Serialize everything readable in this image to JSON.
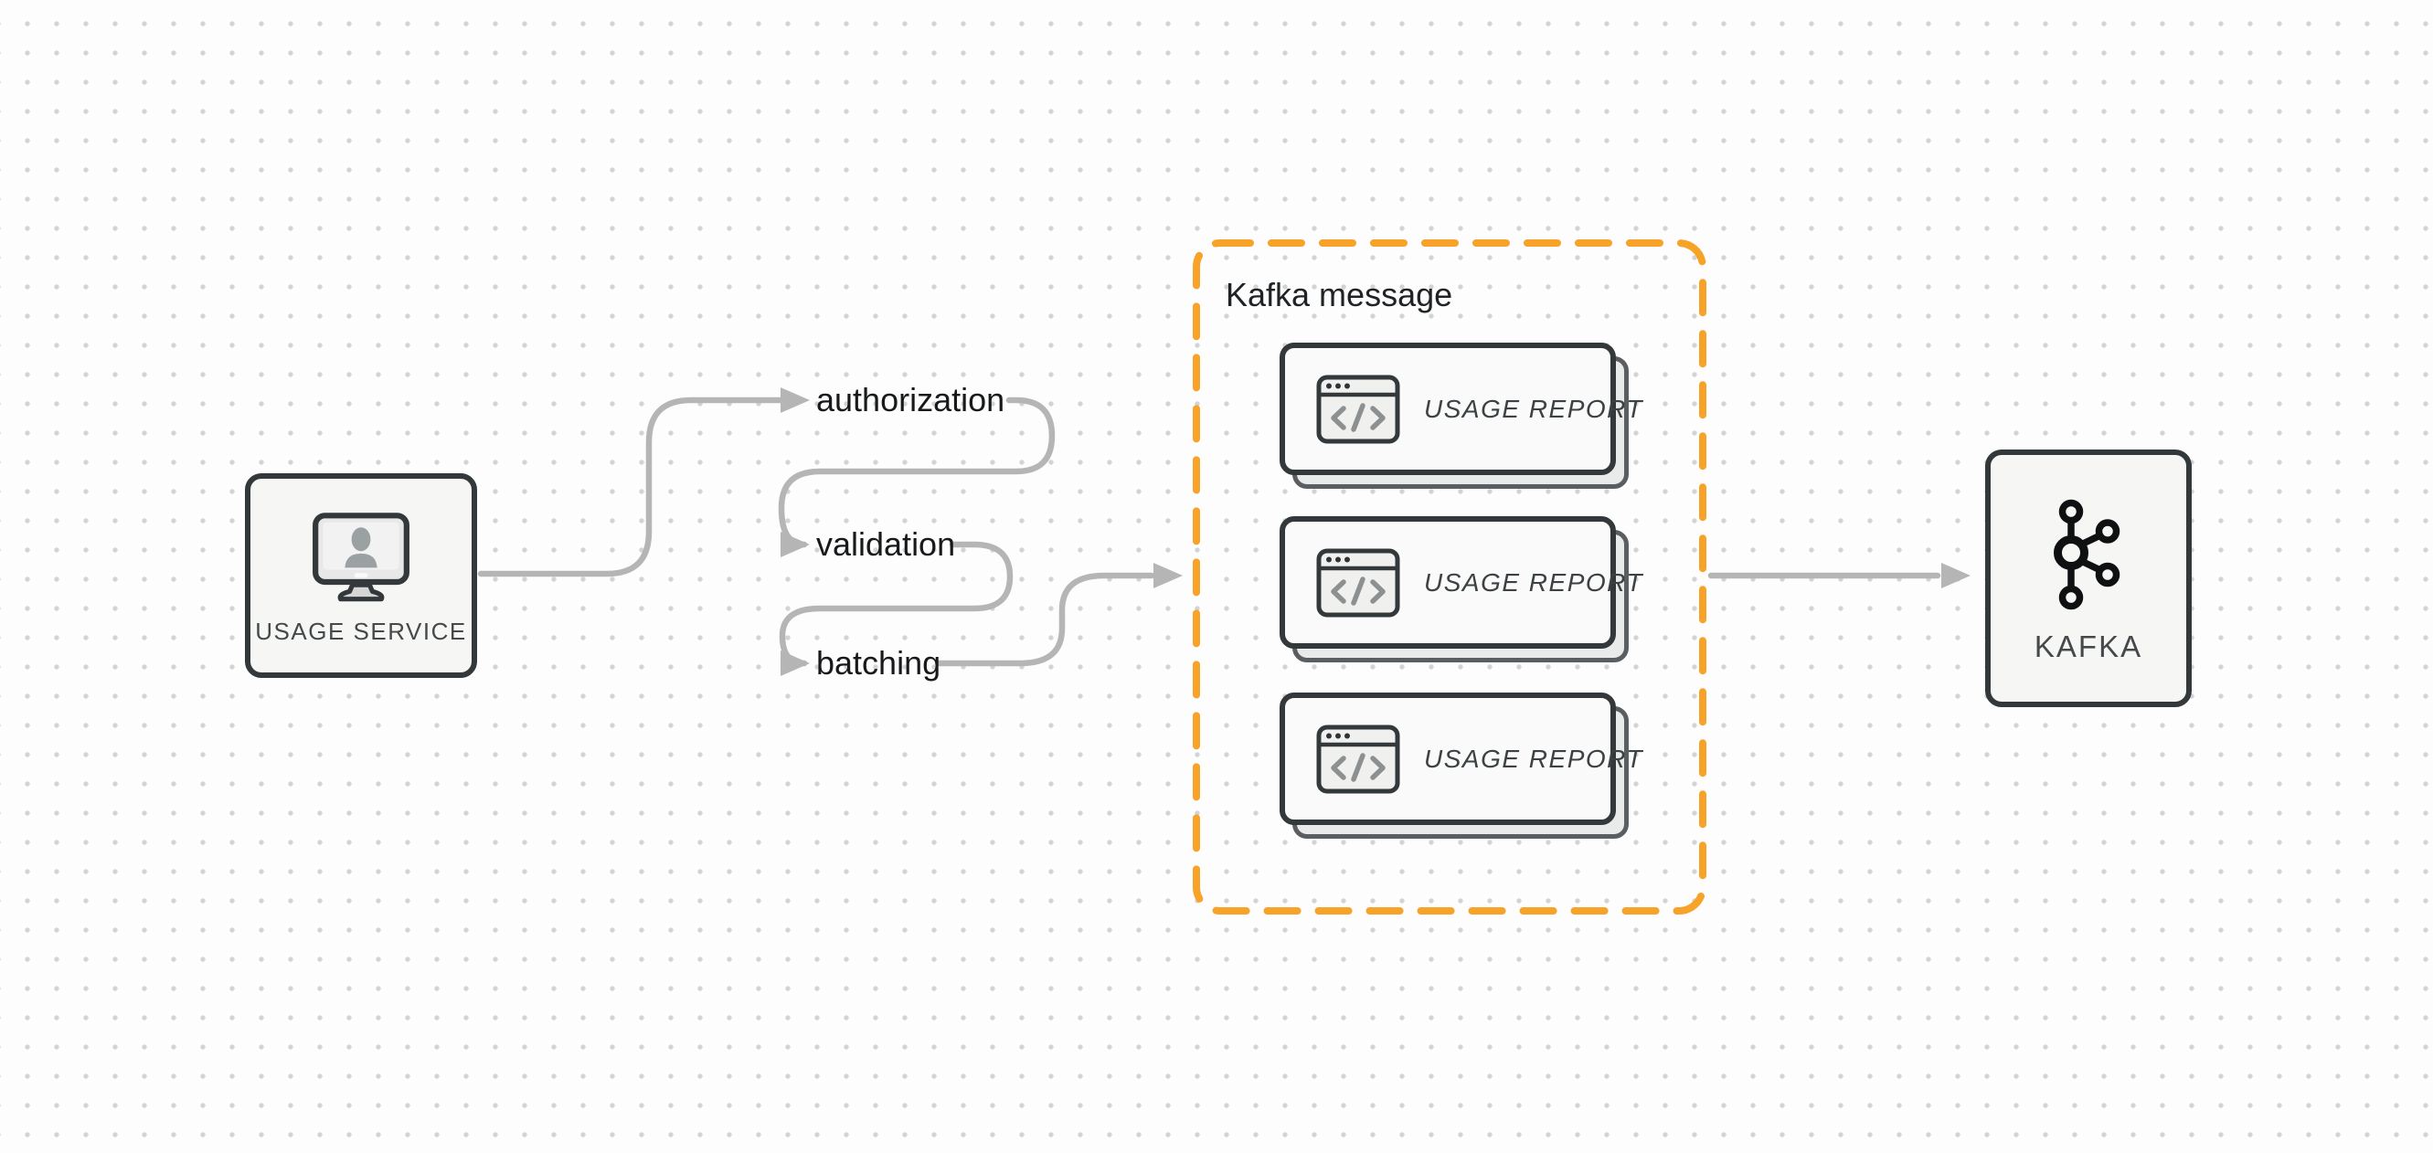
{
  "nodes": {
    "usage_service": {
      "label": "USAGE SERVICE",
      "icon": "monitor-user-icon"
    },
    "kafka": {
      "label": "KAFKA",
      "icon": "kafka-logo-icon"
    }
  },
  "steps": [
    {
      "label": "authorization"
    },
    {
      "label": "validation"
    },
    {
      "label": "batching"
    }
  ],
  "kafka_message_group": {
    "title": "Kafka message",
    "cards": [
      {
        "label": "USAGE REPORT",
        "icon": "code-window-icon"
      },
      {
        "label": "USAGE REPORT",
        "icon": "code-window-icon"
      },
      {
        "label": "USAGE REPORT",
        "icon": "code-window-icon"
      }
    ]
  },
  "colors": {
    "background": "#fdfdfd",
    "grid_dot": "#d2d3d3",
    "border_dark": "#33383b",
    "node_fill": "#f6f7f5",
    "card_fill": "#f9faf9",
    "card_shadow_fill": "#e9eaea",
    "card_shadow_border": "#5a5e61",
    "connector_gray": "#b4b5b4",
    "accent_orange": "#f7a329",
    "text_dark": "#18191b",
    "text_gray": "#45494c"
  }
}
